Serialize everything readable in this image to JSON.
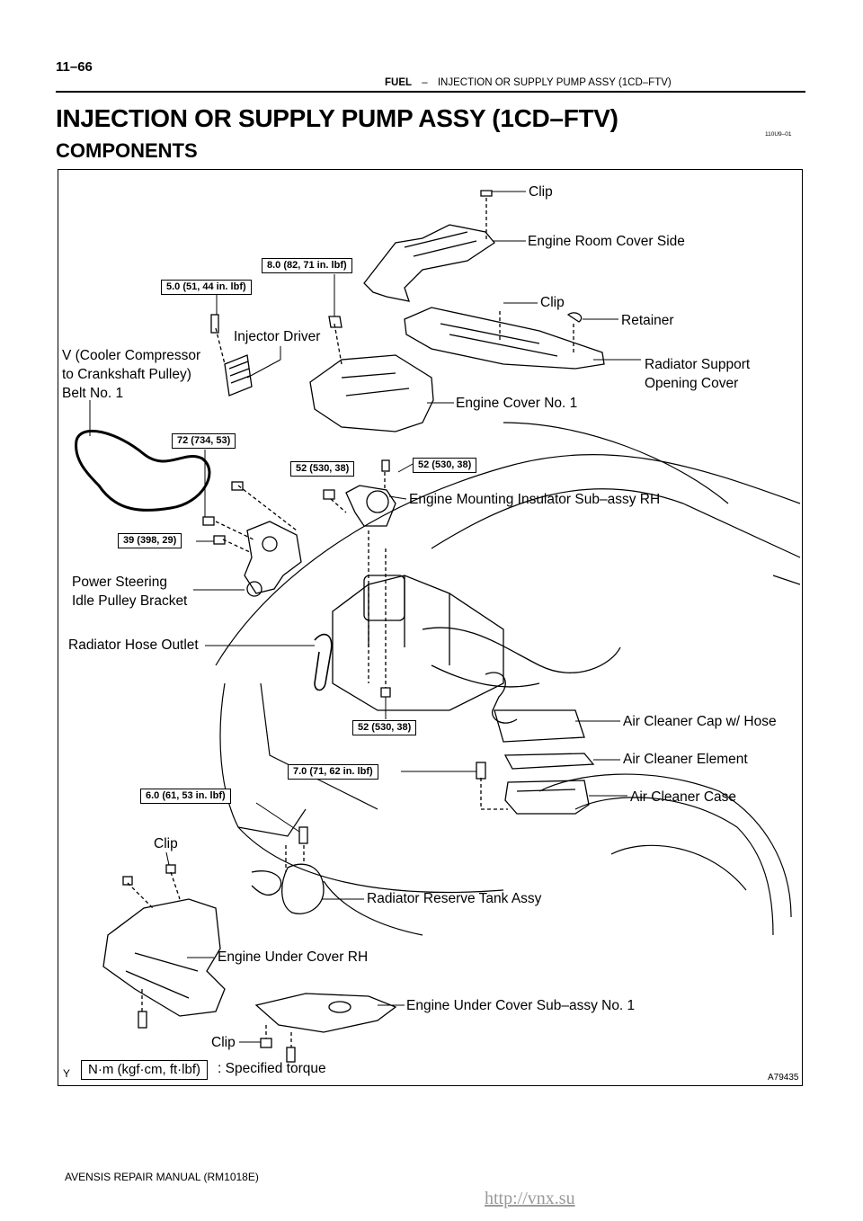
{
  "header": {
    "page_number": "11–66",
    "section": "FUEL",
    "separator": "–",
    "topic": "INJECTION OR SUPPLY PUMP ASSY (1CD–FTV)"
  },
  "title": "INJECTION OR SUPPLY PUMP ASSY (1CD–FTV)",
  "subtitle": "COMPONENTS",
  "doc_code": "110U9–01",
  "diagram": {
    "labels": {
      "clip_top": "Clip",
      "engine_room_cover_side": "Engine Room Cover Side",
      "clip_2": "Clip",
      "retainer": "Retainer",
      "radiator_support_1": "Radiator  Support",
      "radiator_support_2": "Opening Cover",
      "injector_driver": "Injector Driver",
      "v_belt_1": "V (Cooler Compressor",
      "v_belt_2": "to  Crankshaft    Pulley)",
      "v_belt_3": "Belt No. 1",
      "engine_cover": "Engine Cover No. 1",
      "engine_mounting": "Engine Mounting Insulator Sub–assy RH",
      "power_steering_1": "Power Steering",
      "power_steering_2": "Idle Pulley Bracket",
      "radiator_hose": "Radiator Hose Outlet",
      "air_cleaner_cap": "Air Cleaner Cap w/ Hose",
      "air_cleaner_element": "Air Cleaner Element",
      "air_cleaner_case": "Air Cleaner Case",
      "clip_left": "Clip",
      "radiator_reserve": "Radiator Reserve Tank Assy",
      "engine_under_cover_rh": "Engine Under Cover RH",
      "engine_under_cover_no1": "Engine Under Cover Sub–assy No. 1",
      "clip_bottom": "Clip"
    },
    "torques": {
      "t_8_0": "8.0 (82, 71 in. lbf)",
      "t_5_0": "5.0 (51, 44 in. lbf)",
      "t_72": "72 (734, 53)",
      "t_52_a": "52 (530, 38)",
      "t_52_b": "52 (530, 38)",
      "t_39": "39 (398, 29)",
      "t_52_c": "52 (530, 38)",
      "t_7_0": "7.0 (71, 62 in. lbf)",
      "t_6_0": "6.0 (61, 53 in. lbf)"
    },
    "legend": {
      "unit": "N·m (kgf·cm, ft·lbf)",
      "meaning": ": Specified torque"
    },
    "corner_letter": "Y",
    "figure_code": "A79435"
  },
  "footer": {
    "manual": "AVENSIS REPAIR MANUAL   (RM1018E)",
    "watermark": "http://vnx.su"
  }
}
